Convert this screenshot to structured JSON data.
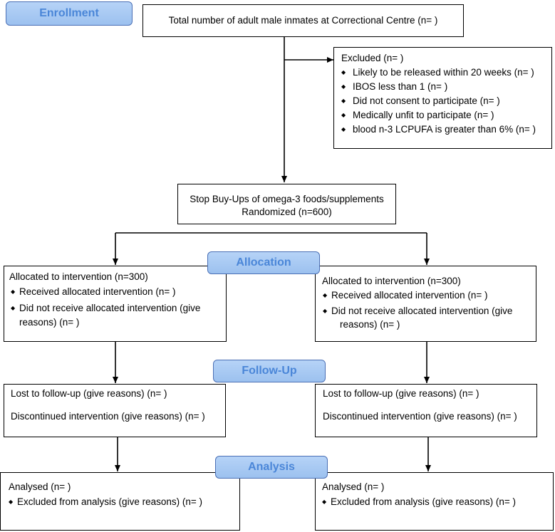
{
  "stages": {
    "enrollment": "Enrollment",
    "allocation": "Allocation",
    "followup": "Follow-Up",
    "analysis": "Analysis"
  },
  "total_box": "Total number of adult male inmates at Correctional Centre (n=  )",
  "excluded": {
    "title": "Excluded  (n=  )",
    "items": [
      "Likely to be released within 20 weeks (n=  )",
      "IBOS less than 1 (n=  )",
      "Did not consent to participate (n=  )",
      "Medically unfit to participate (n=  )",
      "blood n-3 LCPUFA is greater than 6% (n=  )"
    ]
  },
  "randomized": {
    "line1": "Stop Buy-Ups of omega-3 foods/supplements",
    "line2": "Randomized (n=600)"
  },
  "left": {
    "allocated": "Allocated to intervention (n=300)",
    "received": "Received allocated intervention (n=  )",
    "not_received_1": "Did not receive allocated intervention (give",
    "not_received_2": "reasons) (n=  )",
    "lost": "Lost to follow-up (give reasons) (n=  )",
    "discontinued": "Discontinued intervention (give reasons) (n=  )",
    "analysed": "Analysed  (n=  )",
    "excluded_analysis": "Excluded from analysis (give reasons) (n=  )"
  },
  "right": {
    "allocated": "Allocated to intervention (n=300)",
    "received": "Received allocated intervention (n=  )",
    "not_received_1": "Did not receive allocated intervention (give",
    "not_received_2": "reasons) (n=  )",
    "lost": "Lost to follow-up (give reasons) (n=  )",
    "discontinued": "Discontinued intervention (give reasons) (n=  )",
    "analysed": "Analysed  (n=  )",
    "excluded_analysis": "Excluded from analysis (give reasons) (n=  )"
  },
  "bullet_glyph": "◆"
}
